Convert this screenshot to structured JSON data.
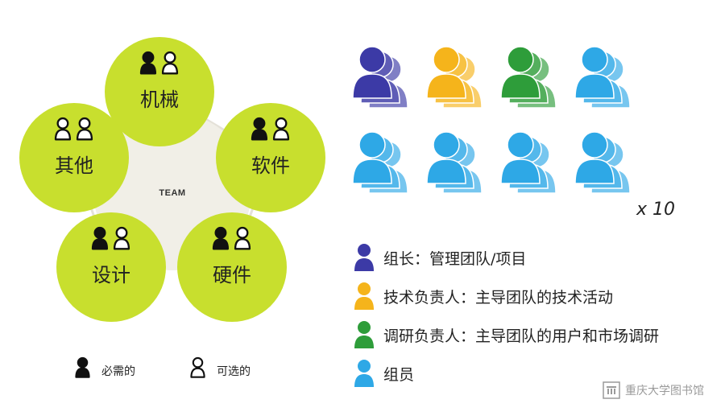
{
  "team_diagram": {
    "center_label": "TEAM",
    "nodes": [
      {
        "label": "机械",
        "required": 1,
        "optional": 1
      },
      {
        "label": "软件",
        "required": 1,
        "optional": 1
      },
      {
        "label": "其他",
        "required": 0,
        "optional": 2
      },
      {
        "label": "设计",
        "required": 1,
        "optional": 1
      },
      {
        "label": "硬件",
        "required": 1,
        "optional": 1
      }
    ],
    "legend": {
      "required": "必需的",
      "optional": "可选的"
    },
    "colors": {
      "node_fill": "#c8df2e",
      "hub_fill": "#f1efe7",
      "connector": "#e4e1d8",
      "icon": "#111111"
    }
  },
  "people_grid": {
    "rows": [
      [
        "#3c3aa6",
        "#f5b41b",
        "#2e9d3a",
        "#2ea8e6"
      ],
      [
        "#2ea8e6",
        "#2ea8e6",
        "#2ea8e6",
        "#2ea8e6"
      ]
    ],
    "multiplier": "x 10"
  },
  "roles": [
    {
      "color": "#3c3aa6",
      "text": "组长：管理团队/项目"
    },
    {
      "color": "#f5b41b",
      "text": "技术负责人：主导团队的技术活动"
    },
    {
      "color": "#2e9d3a",
      "text": "调研负责人：主导团队的用户和市场调研"
    },
    {
      "color": "#2ea8e6",
      "text": "组员"
    }
  ],
  "watermark": {
    "text": "重庆大学图书馆",
    "icon": "library-logo-icon"
  }
}
